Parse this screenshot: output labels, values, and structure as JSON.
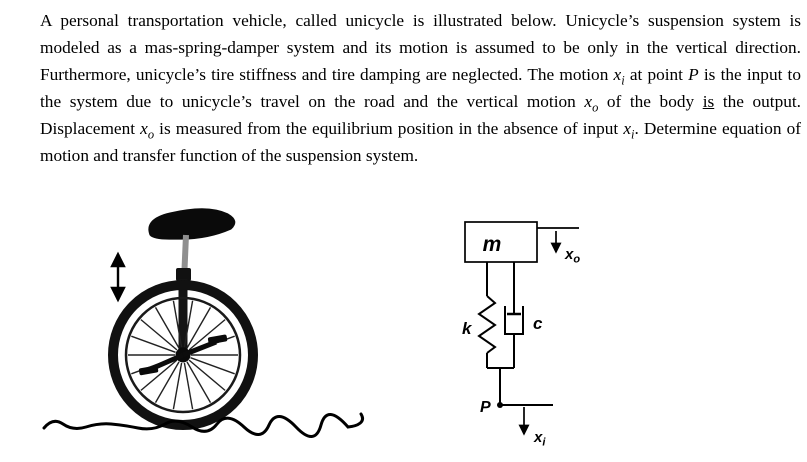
{
  "problem": {
    "segments": [
      {
        "t": "A personal transportation vehicle, called unicycle is illustrated below. Unicycle’s suspension system is modeled as a mas-spring-damper system and its motion is assumed to be only in the vertical direction. Furthermore, unicycle’s tire stiffness and tire damping are neglected. The motion "
      },
      {
        "t": "x",
        "italic": true
      },
      {
        "t": "i",
        "sub": true,
        "italic": true
      },
      {
        "t": " at point "
      },
      {
        "t": "P",
        "italic": true
      },
      {
        "t": " is the input to the system due to unicycle’s travel on the road and the vertical motion "
      },
      {
        "t": "x",
        "italic": true
      },
      {
        "t": "o",
        "sub": true,
        "italic": true
      },
      {
        "t": " of the body "
      },
      {
        "t": "is",
        "underline": true
      },
      {
        "t": " the output. Displacement "
      },
      {
        "t": "x",
        "italic": true
      },
      {
        "t": "o",
        "sub": true,
        "italic": true
      },
      {
        "t": " is measured from the equilibrium position in the absence of input "
      },
      {
        "t": "x",
        "italic": true
      },
      {
        "t": "i",
        "sub": true,
        "italic": true
      },
      {
        "t": ". Determine equation of motion and transfer function of the suspension system."
      }
    ]
  },
  "diagram": {
    "mass_label": "m",
    "spring_label": "k",
    "damper_label": "c",
    "point_label": "P",
    "output": {
      "base": "x",
      "sub": "o"
    },
    "input": {
      "base": "x",
      "sub": "i"
    }
  },
  "illustration": {
    "wheel_spokes": 18,
    "line_color": "#000000",
    "tire_color": "#111111"
  }
}
